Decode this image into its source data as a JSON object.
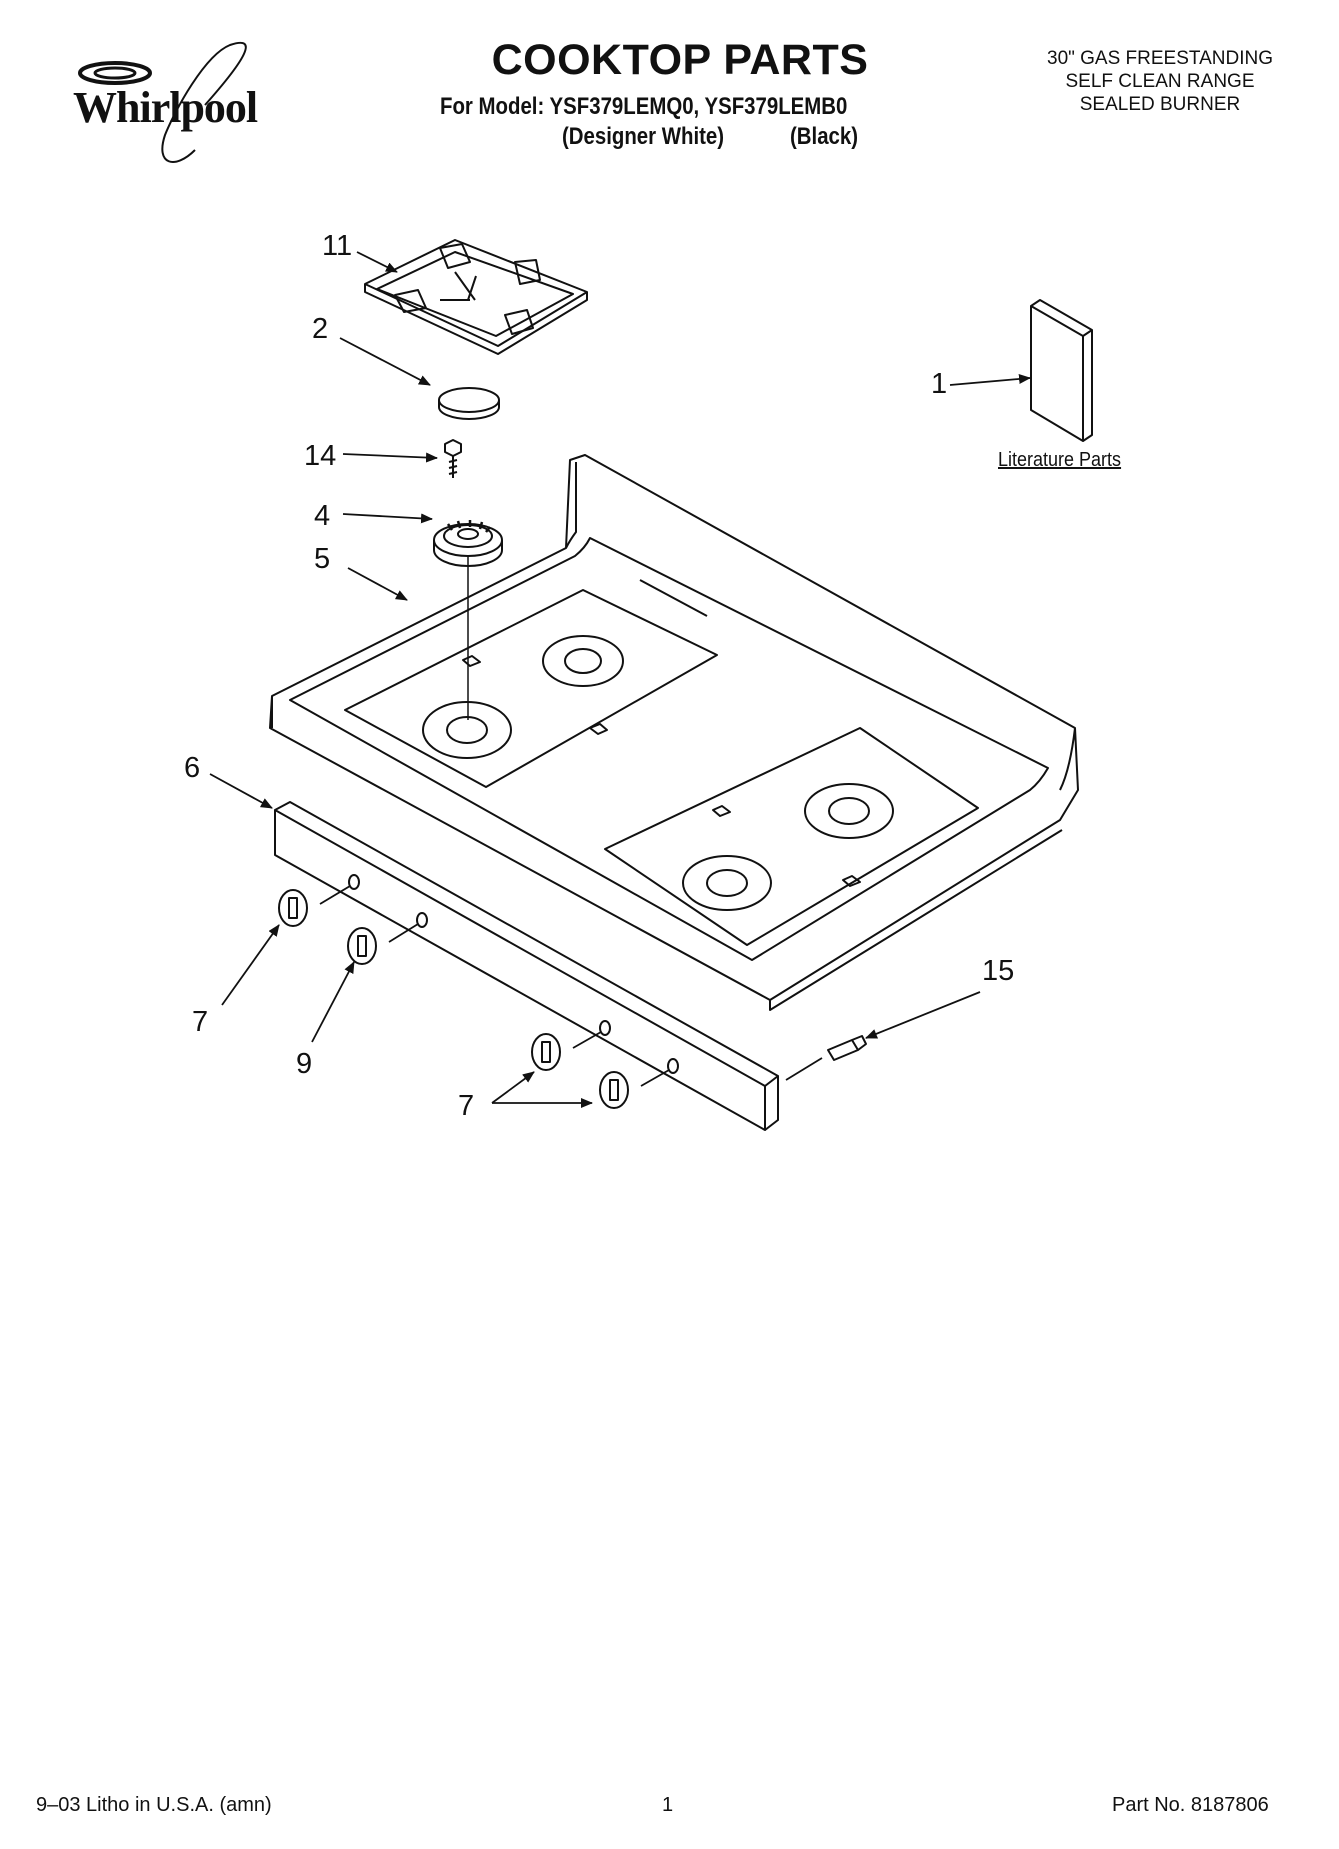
{
  "brand": {
    "name": "Whirlpool",
    "logo_icon": "whirlpool-swirl-logo"
  },
  "header": {
    "title": "COOKTOP PARTS",
    "model_line": "For Model: YSF379LEMQ0, YSF379LEMB0",
    "variant_white": "(Designer White)",
    "variant_black": "(Black)",
    "product_lines": [
      "30\" GAS FREESTANDING",
      "SELF CLEAN RANGE",
      "SEALED BURNER"
    ]
  },
  "callouts": {
    "c11": "11",
    "c2": "2",
    "c14": "14",
    "c4": "4",
    "c5": "5",
    "c1": "1",
    "c6": "6",
    "c7a": "7",
    "c9": "9",
    "c7b": "7",
    "c15": "15"
  },
  "literature_label": "Literature Parts",
  "footer": {
    "left": "9–03 Litho in U.S.A. (amn)",
    "center": "1",
    "right": "Part No. 8187806"
  }
}
